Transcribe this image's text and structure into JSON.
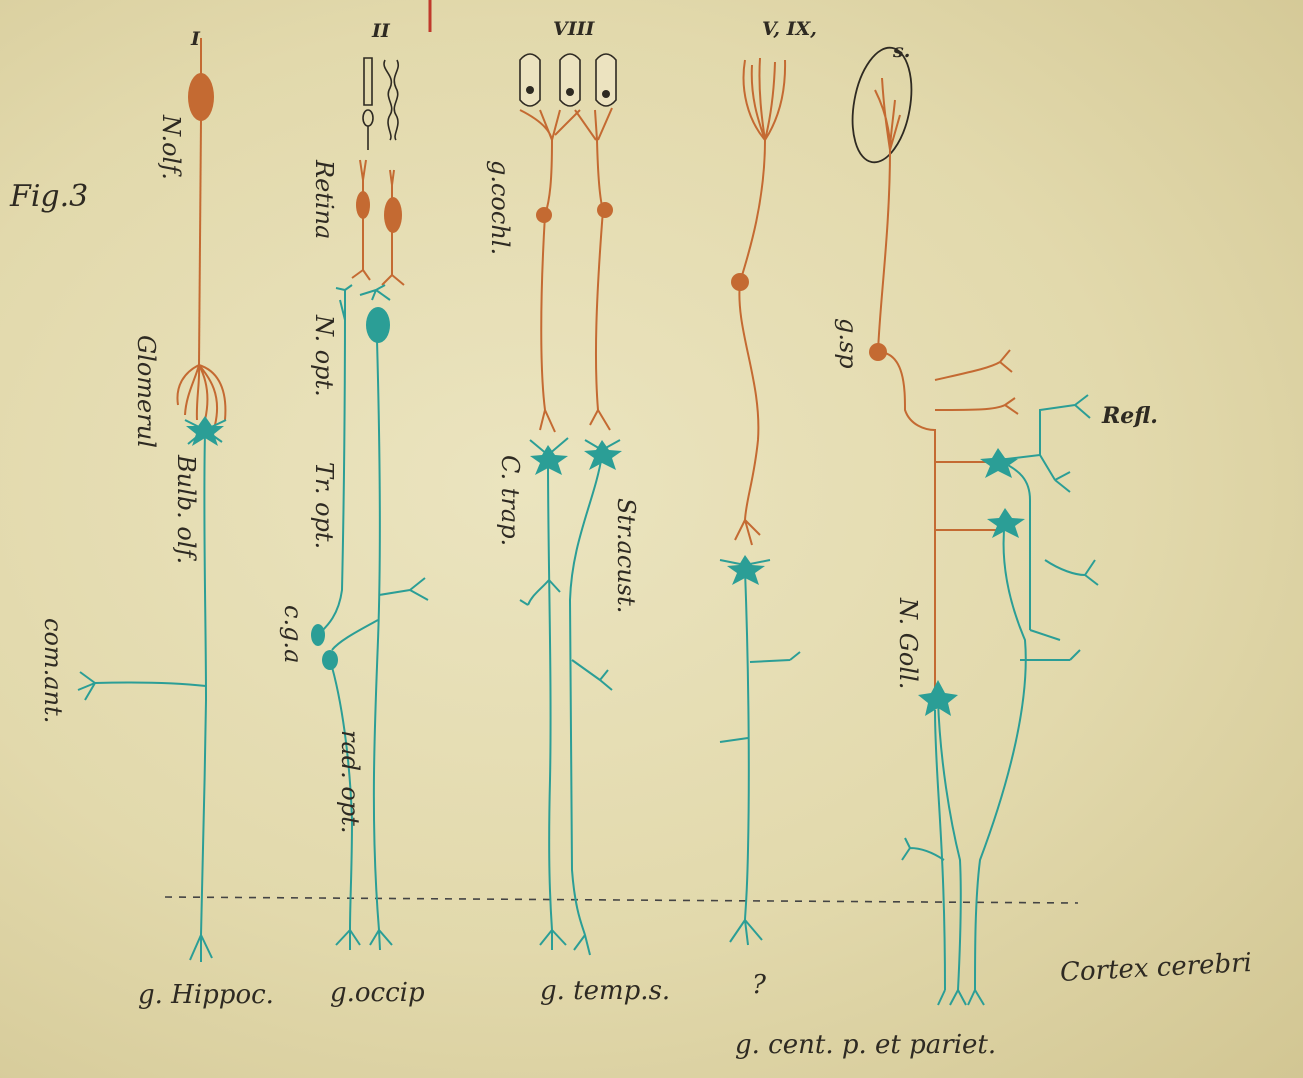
{
  "figure_label": "Fig.3",
  "columns": [
    {
      "header": "I",
      "labels": [
        "N.olf.",
        "Glomerul",
        "Bulb. olf.",
        "com.ant."
      ],
      "bottom": "g. Hippoc."
    },
    {
      "header": "II",
      "labels": [
        "Retina",
        "N. opt.",
        "Tr. opt.",
        "c.g.a",
        "rad. opt."
      ],
      "bottom": "g.occip"
    },
    {
      "header": "VIII",
      "labels": [
        "g.cochl.",
        "C. trap.",
        "Str.acust."
      ],
      "bottom": "g. temp.s."
    },
    {
      "header": "V, IX,",
      "labels": [],
      "bottom": "?"
    },
    {
      "header": "s.",
      "labels": [
        "g.sp",
        "N. Goll.",
        "Refl."
      ],
      "bottom": "g. cent. p. et pariet."
    }
  ],
  "cortex_label": "Cortex cerebri",
  "colors": {
    "afferent": "#c46a32",
    "central": "#2b9e96",
    "paper": "#e3dbb0",
    "ink": "#2e2a22"
  }
}
